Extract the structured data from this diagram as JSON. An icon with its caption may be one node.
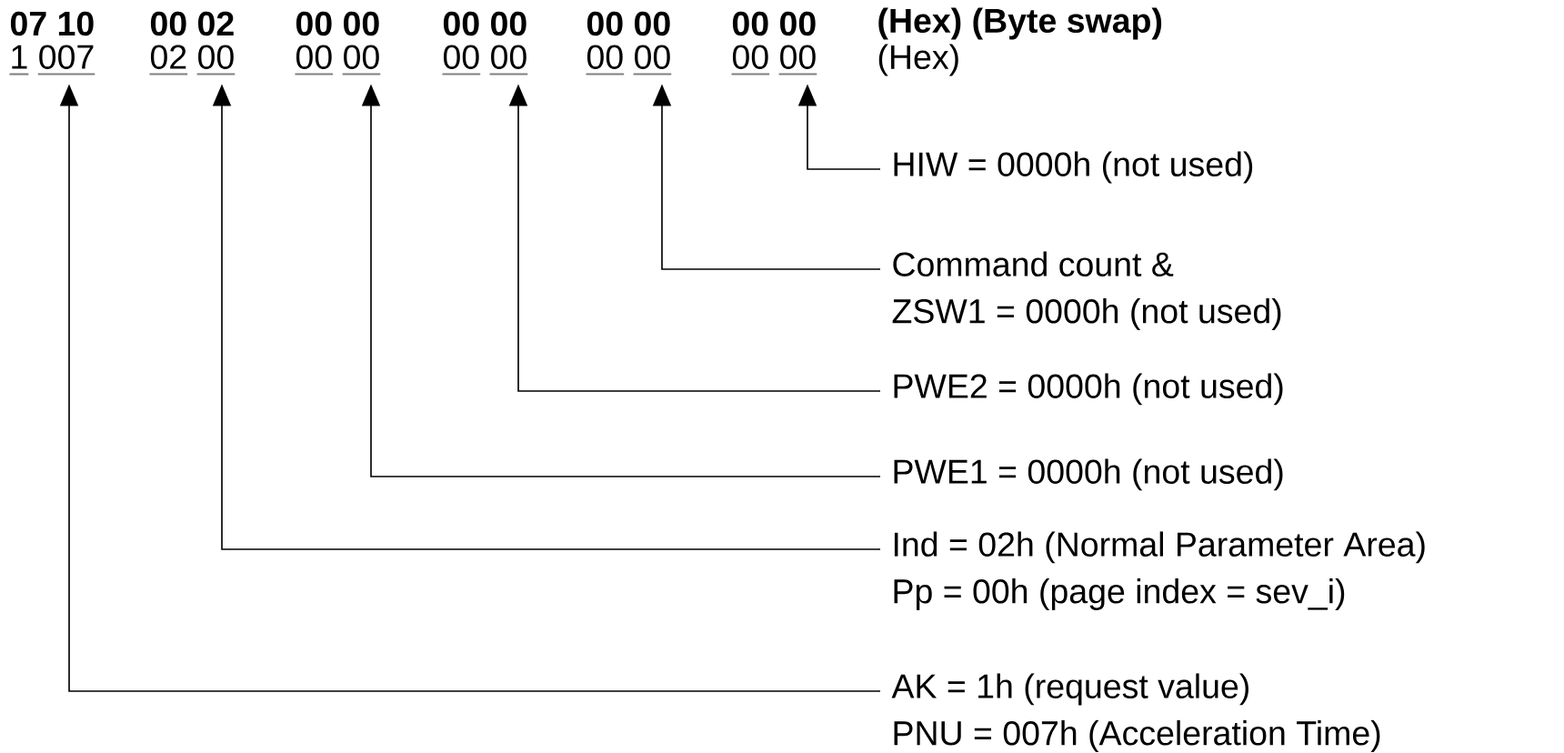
{
  "diagram": {
    "nodes": [
      {
        "text": [
          "1",
          "007"
        ]
      },
      {
        "text": [
          "02",
          "00"
        ]
      },
      {
        "text": [
          "00",
          "00"
        ]
      },
      {
        "text": [
          "00",
          "00"
        ]
      },
      {
        "text": [
          "00",
          "00"
        ]
      },
      {
        "text": [
          "00",
          "00"
        ]
      },
      {
        "text": [
          "HIW = 0000h (not used)"
        ]
      },
      {
        "text": [
          "Command count &",
          "ZSW1 = 0000h (not used)"
        ]
      },
      {
        "text": [
          "PWE2 = 0000h (not used)"
        ]
      },
      {
        "text": [
          "PWE1 = 0000h (not used)"
        ]
      },
      {
        "text": [
          "Ind = 02h (Normal Parameter Area)",
          "Pp = 00h (page index = sev_i)"
        ]
      },
      {
        "text": [
          "AK = 1h (request value)",
          "PNU = 007h (Acceleration Time)"
        ]
      }
    ],
    "edges": [
      {
        "from": 6,
        "to": 5,
        "arrow": "to"
      },
      {
        "from": 7,
        "to": 4,
        "arrow": "to"
      },
      {
        "from": 8,
        "to": 3,
        "arrow": "to"
      },
      {
        "from": 9,
        "to": 2,
        "arrow": "to"
      },
      {
        "from": 10,
        "to": 1,
        "arrow": "to"
      },
      {
        "from": 11,
        "to": 0,
        "arrow": "to"
      }
    ],
    "labels": [
      "07 10",
      "00 02",
      "00 00",
      "00 00",
      "00 00",
      "00 00",
      "(Hex) (Byte swap)",
      "(Hex)"
    ]
  }
}
